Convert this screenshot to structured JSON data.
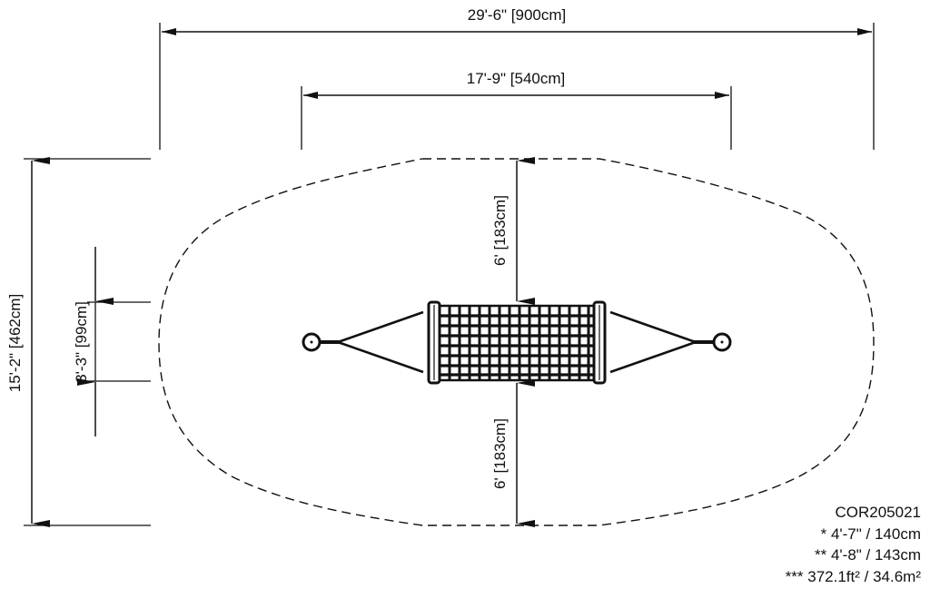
{
  "drawing": {
    "type": "playground equipment footprint / safety zone plan",
    "stroke_color": "#111111",
    "background": "#ffffff"
  },
  "dimensions": {
    "overall_width": "29'-6\" [900cm]",
    "equipment_width": "17'-9\" [540cm]",
    "overall_depth": "15'-2\" [462cm]",
    "equipment_depth": "3'-3\" [99cm]",
    "clearance_top": "6' [183cm]",
    "clearance_bottom": "6' [183cm]"
  },
  "legend": {
    "product_code": "COR205021",
    "line1": "* 4'-7\" / 140cm",
    "line2": "** 4'-8\" / 143cm",
    "line3": "*** 372.1ft² / 34.6m²"
  },
  "components": {
    "net_columns": 15,
    "net_rows": 7,
    "anchors": [
      "left-ground-anchor",
      "right-ground-anchor"
    ]
  }
}
